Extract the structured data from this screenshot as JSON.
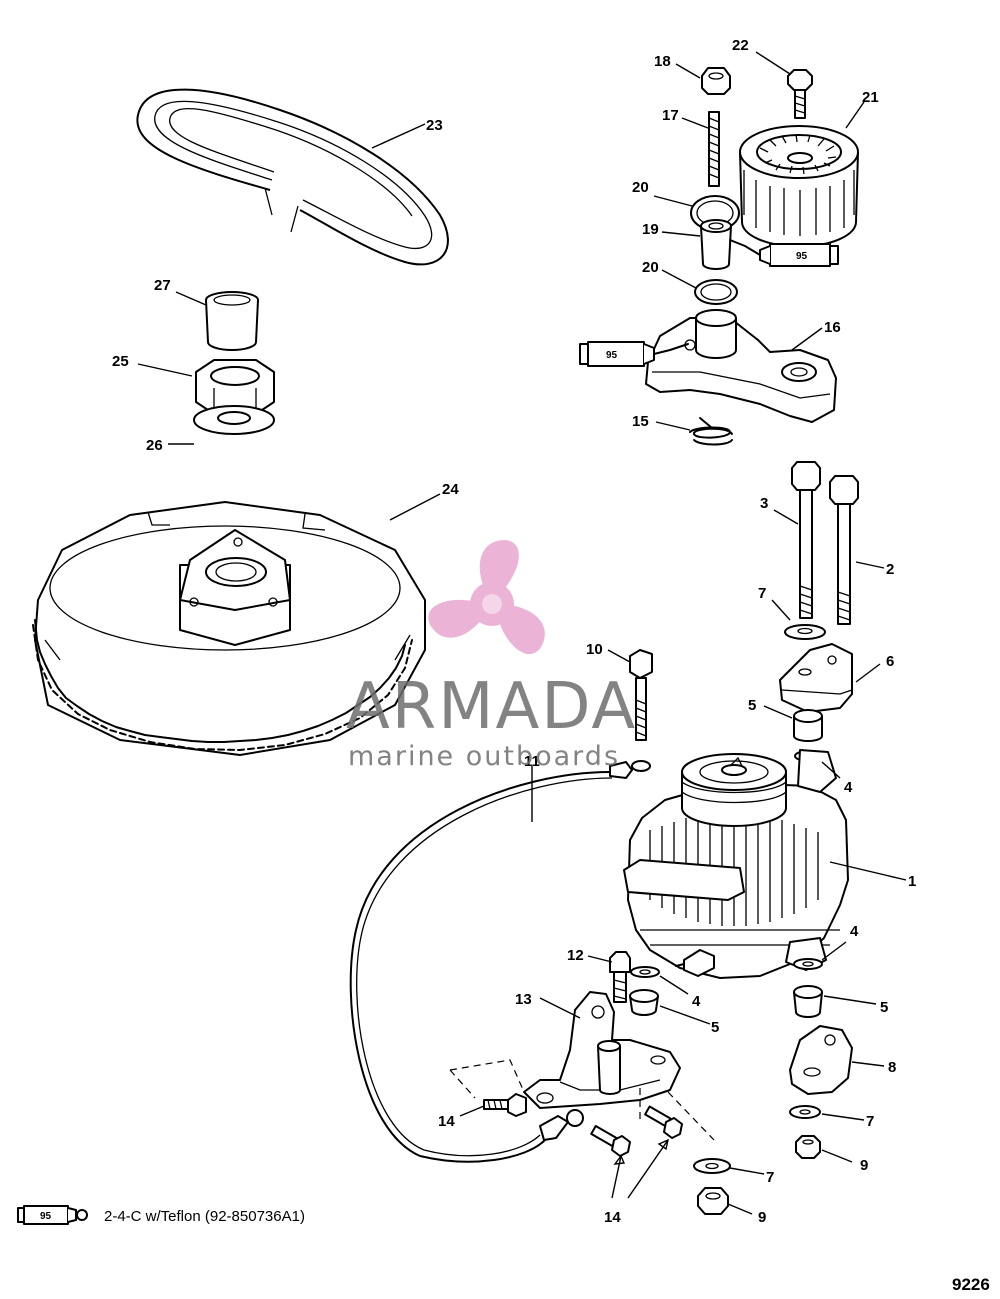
{
  "callouts": [
    {
      "label": "1"
    },
    {
      "label": "2"
    },
    {
      "label": "3"
    },
    {
      "label": "4"
    },
    {
      "label": "4"
    },
    {
      "label": "4"
    },
    {
      "label": "5"
    },
    {
      "label": "5"
    },
    {
      "label": "5"
    },
    {
      "label": "6"
    },
    {
      "label": "7"
    },
    {
      "label": "7"
    },
    {
      "label": "7"
    },
    {
      "label": "8"
    },
    {
      "label": "9"
    },
    {
      "label": "9"
    },
    {
      "label": "10"
    },
    {
      "label": "11"
    },
    {
      "label": "12"
    },
    {
      "label": "13"
    },
    {
      "label": "14"
    },
    {
      "label": "14"
    },
    {
      "label": "15"
    },
    {
      "label": "16"
    },
    {
      "label": "17"
    },
    {
      "label": "18"
    },
    {
      "label": "19"
    },
    {
      "label": "20"
    },
    {
      "label": "20"
    },
    {
      "label": "21"
    },
    {
      "label": "22"
    },
    {
      "label": "23"
    },
    {
      "label": "24"
    },
    {
      "label": "25"
    },
    {
      "label": "26"
    },
    {
      "label": "27"
    }
  ],
  "sealant": {
    "tube_code": "95",
    "description": "2-4-C w/Teflon (92-850736A1)"
  },
  "watermark": {
    "brand": "ARMADA",
    "tagline": "marine outboards",
    "accent_color": "#e8a6cf"
  },
  "diagram_id": "9226"
}
